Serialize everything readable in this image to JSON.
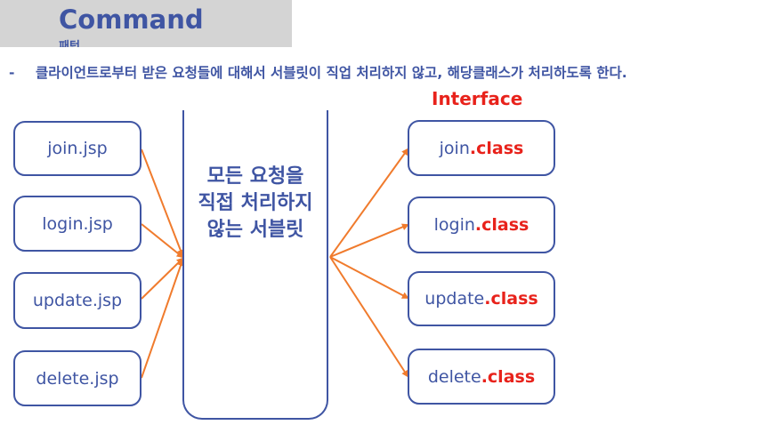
{
  "title": {
    "main": "Command",
    "sub": "패턴"
  },
  "bullet": {
    "dash": "-",
    "text": "클라이언트로부터 받은 요청들에 대해서 서블릿이 직업 처리하지 않고, 해당클래스가 처리하도록 한다."
  },
  "interface_label": "Interface",
  "jsp_files": [
    "join.jsp",
    "login.jsp",
    "update.jsp",
    "delete.jsp"
  ],
  "center_label": "모든 요청을 직접 처리하지 않는 서블릿",
  "class_files": [
    {
      "name": "join",
      "ext": ".class"
    },
    {
      "name": "login",
      "ext": ".class"
    },
    {
      "name": "update",
      "ext": ".class"
    },
    {
      "name": "delete",
      "ext": ".class"
    }
  ],
  "colors": {
    "primary": "#3f55a3",
    "accent": "#e8221b",
    "arrow": "#f07b2d",
    "title_bg": "#d4d4d4"
  }
}
